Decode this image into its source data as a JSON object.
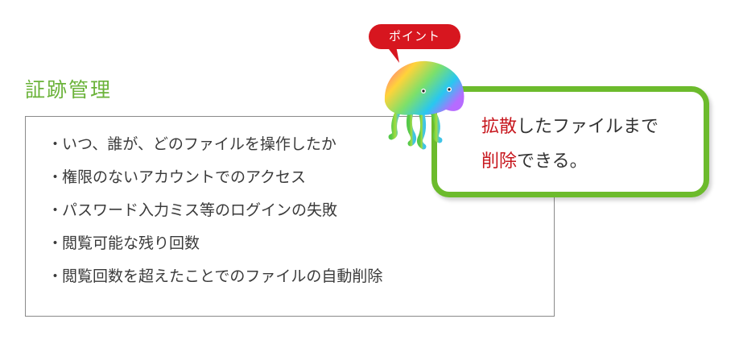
{
  "title": "証跡管理",
  "list_items": [
    "いつ、誰が、どのファイルを操作したか",
    "権限のないアカウントでのアクセス",
    "パスワード入力ミス等のログインの失敗",
    "閲覧可能な残り回数",
    "閲覧回数を超えたことでのファイルの自動削除"
  ],
  "bullet": "・",
  "badge_label": "ポイント",
  "callout": {
    "line1_highlight": "拡散",
    "line1_rest": "したファイルまで",
    "line2_highlight": "削除",
    "line2_rest": "できる。"
  },
  "colors": {
    "title_green": "#6bb33a",
    "callout_border_green": "#6cbb2c",
    "highlight_red": "#c7161d",
    "badge_red": "#d7161f"
  }
}
